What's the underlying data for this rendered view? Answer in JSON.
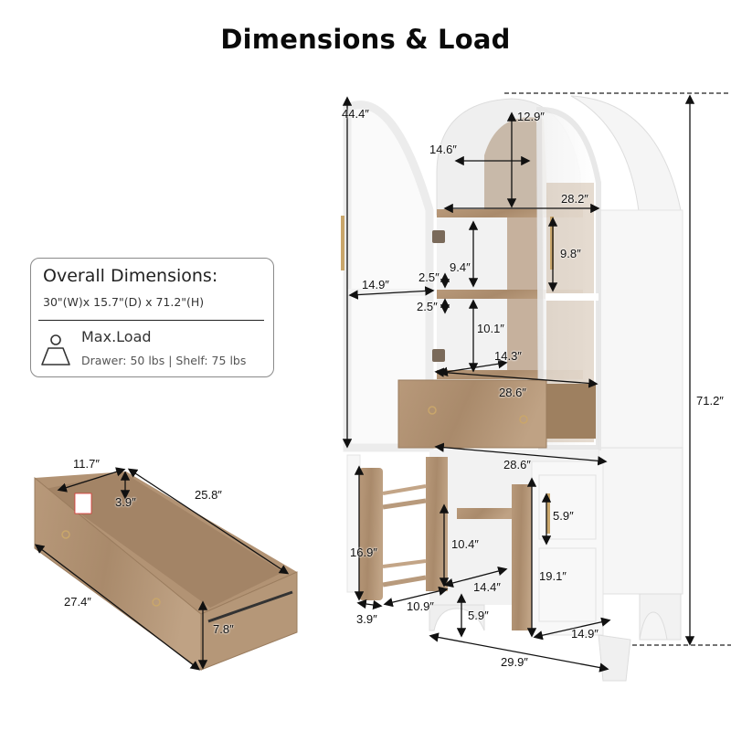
{
  "title": "Dimensions & Load",
  "info_box": {
    "heading": "Overall Dimensions:",
    "overall": "30\"(W)x 15.7\"(D) x 71.2\"(H)",
    "load_title": "Max.Load",
    "load_values": "Drawer: 50 lbs  | Shelf: 75 lbs",
    "icon": "weight-icon"
  },
  "cabinet_dimensions": {
    "door_height": "44.4″",
    "arch_height": "12.9″",
    "arch_width": "14.6″",
    "upper_inner_width": "28.2″",
    "door_width": "14.9″",
    "shelf_gap_9_4": "9.4″",
    "door_glass_handle": "9.8″",
    "shelf_adjust_upper": "2.5″",
    "shelf_adjust_lower": "2.5″",
    "lower_shelf_height": "10.1″",
    "shelf_depth": "14.3″",
    "drawer_opening_width": "28.6″",
    "lower_cabinet_width": "28.6″",
    "total_height": "71.2″",
    "door_rack_height": "16.9″",
    "door_rack_depth": "3.9″",
    "door_rack_width": "10.9″",
    "inner_shelf_height": "10.4″",
    "inner_shelf_depth": "14.4″",
    "lower_handle": "5.9″",
    "lower_door_height": "19.1″",
    "leg_height": "5.9″",
    "side_depth": "14.9″",
    "base_width": "29.9″"
  },
  "drawer_dimensions": {
    "inner_depth_front": "11.7″",
    "inner_height": "3.9″",
    "inner_length": "25.8″",
    "outer_length": "27.4″",
    "front_height": "7.8″"
  },
  "colors": {
    "wood": "#b89a7a",
    "wood_dark": "#9c7f60",
    "white": "#f7f7f7",
    "gold": "#c9a66b",
    "line": "#111111"
  }
}
